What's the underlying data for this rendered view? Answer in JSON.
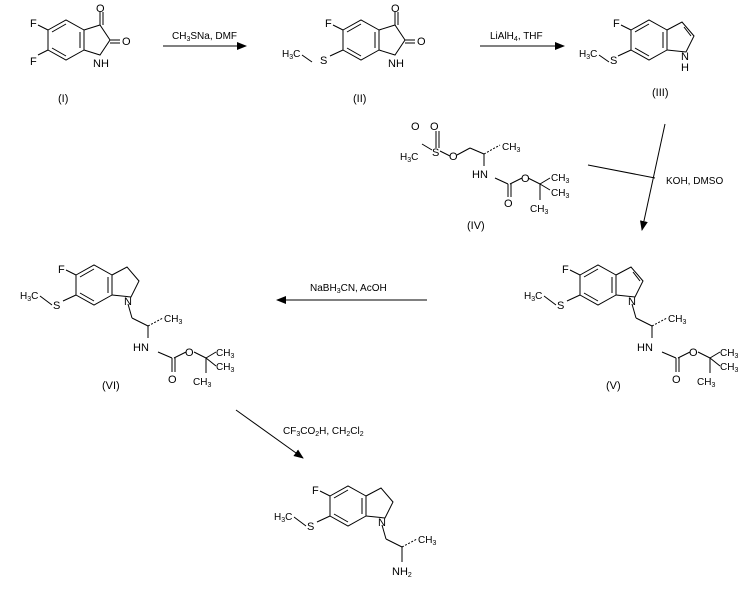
{
  "title": "Synthesis scheme",
  "atoms": {
    "F": "F",
    "O": "O",
    "N": "N",
    "NH": "NH",
    "H": "H",
    "S": "S",
    "CH": "CH",
    "three": "3",
    "two": "2",
    "NH2_main": "NH",
    "NH2_sub": "2"
  },
  "compounds": {
    "I": "(I)",
    "II": "(II)",
    "III": "(III)",
    "IV": "(IV)",
    "V": "(V)",
    "VI": "(VI)"
  },
  "reagents": {
    "r1a": "CH",
    "r1b": "3",
    "r1c": "SNa, DMF",
    "r2a": "LiAlH",
    "r2b": "4",
    "r2c": ", THF",
    "r3": "KOH, DMSO",
    "r4a": "NaBH",
    "r4b": "3",
    "r4c": "CN, AcOH",
    "r5a": "CF",
    "r5b": "3",
    "r5c": "CO",
    "r5d": "2",
    "r5e": "H, CH",
    "r5f": "2",
    "r5g": "Cl",
    "r5h": "2"
  }
}
